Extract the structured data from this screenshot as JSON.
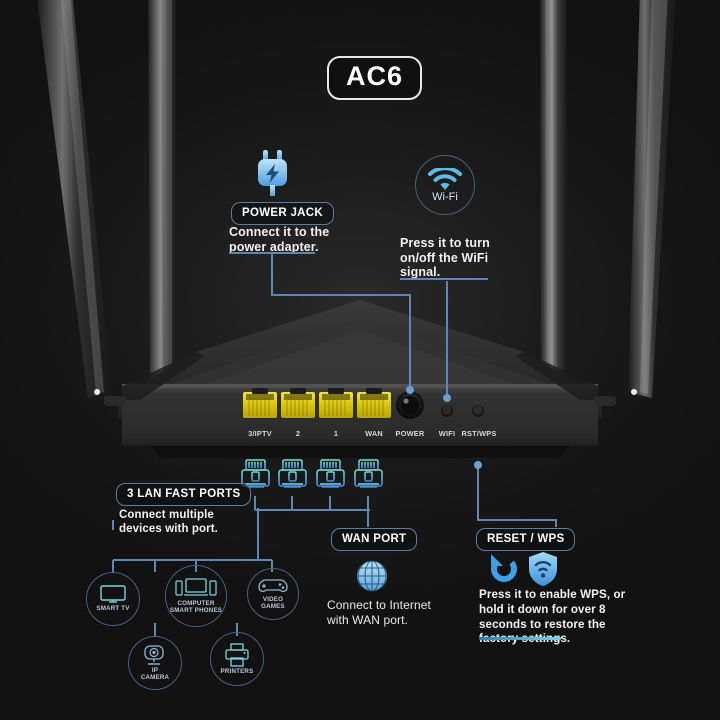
{
  "product": {
    "model_badge": "AC6"
  },
  "callouts": {
    "power_jack": {
      "badge": "POWER JACK",
      "description": "Connect it to the\npower adapter.",
      "icon": "power-plug-icon"
    },
    "wifi": {
      "label": "Wi-Fi",
      "description": "Press it to turn\non/off the WiFi\nsignal.",
      "icon": "wifi-signal-icon"
    },
    "lan": {
      "badge": "3 LAN FAST PORTS",
      "description": "Connect multiple\ndevices with port.",
      "icon": "rj45-plug-icon"
    },
    "wan": {
      "badge": "WAN PORT",
      "description": "Connect to Internet\nwith WAN port.",
      "icon": "globe-icon"
    },
    "reset": {
      "badge": "RESET /  WPS",
      "description": "Press it to enable WPS, or\nhold it down for over 8\nseconds to restore the\nfactory settings.",
      "icon_reset": "reset-arrow-icon",
      "icon_wps": "shield-wifi-icon"
    }
  },
  "rear_panel": {
    "port_labels": [
      "3/IPTV",
      "2",
      "1",
      "WAN",
      "POWER",
      "WIFI",
      "RST/WPS"
    ],
    "ethernet_port_count": 4,
    "button_labels": [
      "WIFI",
      "RST/WPS"
    ]
  },
  "devices": [
    {
      "label": "SMART TV",
      "icon": "tv-icon"
    },
    {
      "label": "COMPUTER\nSMART PHONES",
      "icon": "laptop-phones-icon"
    },
    {
      "label": "VIDEO\nGAMES",
      "icon": "gamepad-icon"
    },
    {
      "label": "IP\nCAMERA",
      "icon": "ip-camera-icon"
    },
    {
      "label": "PRINTERS",
      "icon": "printer-icon"
    }
  ],
  "colors": {
    "accent_line": "#5e87b5",
    "icon_cyan": "#7fd3e0",
    "icon_blue": "#4d9ee0",
    "port_yellow": "#e8d320",
    "background": "#141414",
    "text": "#f2f2f2"
  }
}
